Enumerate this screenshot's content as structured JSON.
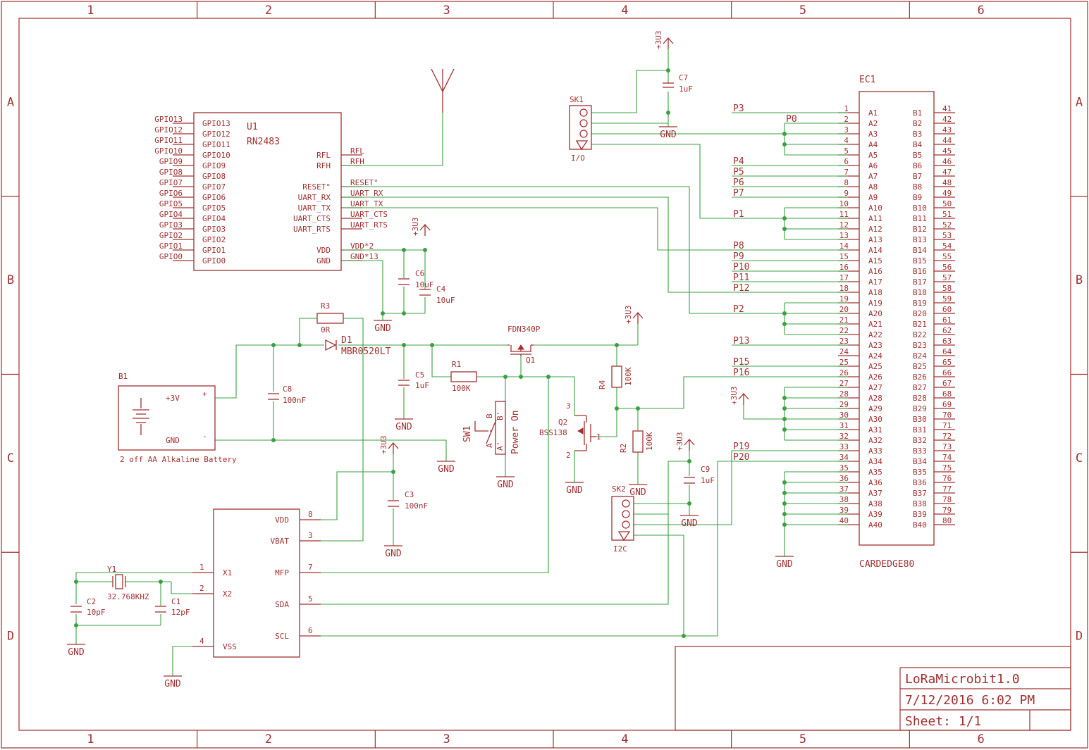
{
  "frame": {
    "columns": [
      "1",
      "2",
      "3",
      "4",
      "5",
      "6"
    ],
    "rows": [
      "A",
      "B",
      "C",
      "D"
    ]
  },
  "title_block": {
    "name": "LoRaMicrobit1.0",
    "date": "7/12/2016 6:02 PM",
    "sheet": "Sheet: 1/1"
  },
  "u1": {
    "ref": "U1",
    "value": "RN2483",
    "left_pins": [
      "GPIO13",
      "GPIO12",
      "GPIO11",
      "GPIO10",
      "GPIO9",
      "GPIO8",
      "GPIO7",
      "GPIO6",
      "GPIO5",
      "GPIO4",
      "GPIO3",
      "GPIO2",
      "GPIO1",
      "GPIO0"
    ],
    "right_pins": [
      {
        "pin": "RFL",
        "net": "RFL"
      },
      {
        "pin": "RFH",
        "net": "RFH"
      },
      {
        "pin": "RESET°",
        "net": "RESET°"
      },
      {
        "pin": "UART_RX",
        "net": "UART_RX"
      },
      {
        "pin": "UART_TX",
        "net": "UART_TX"
      },
      {
        "pin": "UART_CTS",
        "net": "UART_CTS"
      },
      {
        "pin": "UART_RTS",
        "net": "UART_RTS"
      },
      {
        "pin": "VDD",
        "net": "VDD*2"
      },
      {
        "pin": "GND",
        "net": "GND*13"
      }
    ]
  },
  "ec1": {
    "ref": "EC1",
    "value": "CARDEDGE80",
    "a_labels": [
      "A1",
      "A2",
      "A3",
      "A4",
      "A5",
      "A6",
      "A7",
      "A8",
      "A9",
      "A10",
      "A11",
      "A12",
      "A13",
      "A14",
      "A15",
      "A16",
      "A17",
      "A18",
      "A19",
      "A20",
      "A21",
      "A22",
      "A23",
      "A24",
      "A25",
      "A26",
      "A27",
      "A28",
      "A29",
      "A30",
      "A31",
      "A32",
      "A33",
      "A34",
      "A35",
      "A36",
      "A37",
      "A38",
      "A39",
      "A40"
    ],
    "b_labels": [
      "B1",
      "B2",
      "B3",
      "B4",
      "B5",
      "B6",
      "B7",
      "B8",
      "B9",
      "B10",
      "B11",
      "B12",
      "B13",
      "B14",
      "B15",
      "B16",
      "B17",
      "B18",
      "B19",
      "B20",
      "B21",
      "B22",
      "B23",
      "B24",
      "B25",
      "B26",
      "B27",
      "B28",
      "B29",
      "B30",
      "B31",
      "B32",
      "B33",
      "B34",
      "B35",
      "B36",
      "B37",
      "B38",
      "B39",
      "B40"
    ],
    "a_numbers": [
      "1",
      "2",
      "3",
      "4",
      "5",
      "6",
      "7",
      "8",
      "9",
      "10",
      "11",
      "12",
      "13",
      "14",
      "15",
      "16",
      "17",
      "18",
      "19",
      "20",
      "21",
      "22",
      "23",
      "24",
      "25",
      "26",
      "27",
      "28",
      "29",
      "30",
      "31",
      "32",
      "33",
      "34",
      "35",
      "36",
      "37",
      "38",
      "39",
      "40"
    ],
    "b_numbers": [
      "41",
      "42",
      "43",
      "44",
      "45",
      "46",
      "47",
      "48",
      "49",
      "50",
      "51",
      "52",
      "53",
      "54",
      "55",
      "56",
      "57",
      "58",
      "59",
      "60",
      "61",
      "62",
      "63",
      "64",
      "65",
      "66",
      "67",
      "68",
      "69",
      "70",
      "71",
      "72",
      "73",
      "74",
      "75",
      "76",
      "77",
      "78",
      "79",
      "80"
    ]
  },
  "net_labels": {
    "p3": "P3",
    "p0": "P0",
    "p4": "P4",
    "p5": "P5",
    "p6": "P6",
    "p7": "P7",
    "p1": "P1",
    "p8": "P8",
    "p9": "P9",
    "p10": "P10",
    "p11": "P11",
    "p12": "P12",
    "p2": "P2",
    "p13": "P13",
    "p15": "P15",
    "p16": "P16",
    "p19": "P19",
    "p20": "P20"
  },
  "power": {
    "v3u3": "+3U3",
    "gnd": "GND"
  },
  "parts": {
    "sk1": {
      "ref": "SK1",
      "label": "I/O"
    },
    "sk2": {
      "ref": "SK2",
      "label": "I2C"
    },
    "c7": {
      "ref": "C7",
      "value": "1uF"
    },
    "c6": {
      "ref": "C6",
      "value": "10uF"
    },
    "c4": {
      "ref": "C4",
      "value": "10uF"
    },
    "c5": {
      "ref": "C5",
      "value": "1uF"
    },
    "c8": {
      "ref": "C8",
      "value": "100nF"
    },
    "c3": {
      "ref": "C3",
      "value": "100nF"
    },
    "c9": {
      "ref": "C9",
      "value": "1uF"
    },
    "c1": {
      "ref": "C1",
      "value": "12pF"
    },
    "c2": {
      "ref": "C2",
      "value": "10pF"
    },
    "r3": {
      "ref": "R3",
      "value": "0R"
    },
    "r1": {
      "ref": "R1",
      "value": "100K"
    },
    "r4": {
      "ref": "R4",
      "value": "100K"
    },
    "r2": {
      "ref": "R2",
      "value": "100K"
    },
    "d1": {
      "ref": "D1",
      "value": "MBR0520LT"
    },
    "q1": {
      "ref": "Q1",
      "value": "FDN340P"
    },
    "q2": {
      "ref": "Q2",
      "value": "BSS138",
      "pin1": "1",
      "pin2": "2",
      "pin3": "3"
    },
    "sw1": {
      "ref": "SW1",
      "value": "Power On",
      "pa": "A",
      "pa2": "A'",
      "pb": "B",
      "pb2": "B'"
    },
    "b1": {
      "ref": "B1",
      "plus": "+3V",
      "gnd": "GND",
      "desc": "2 off AA Alkaline Battery",
      "pplus": "+",
      "pminus": "-"
    },
    "y1": {
      "ref": "Y1",
      "value": "32.768KHZ"
    },
    "rtc": {
      "left": [
        {
          "pin": "X1",
          "num": "1"
        },
        {
          "pin": "X2",
          "num": "2"
        },
        {
          "pin": "VSS",
          "num": "4"
        }
      ],
      "right": [
        {
          "pin": "VDD",
          "num": "8"
        },
        {
          "pin": "VBAT",
          "num": "3"
        },
        {
          "pin": "MFP",
          "num": "7"
        },
        {
          "pin": "SDA",
          "num": "5"
        },
        {
          "pin": "SCL",
          "num": "6"
        }
      ]
    }
  }
}
